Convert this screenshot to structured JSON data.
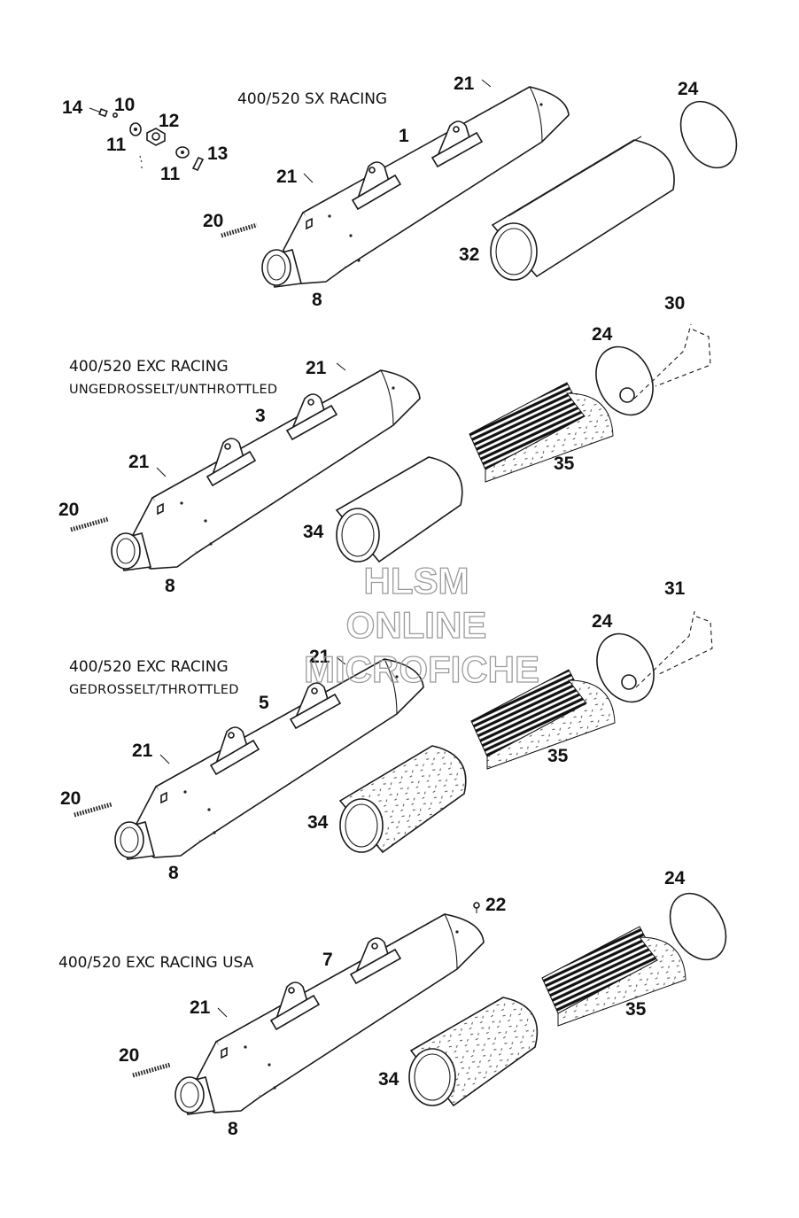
{
  "groups": {
    "sx": {
      "title": "400/520 SX RACING",
      "subtitle": ""
    },
    "exc_unthrottled": {
      "title": "400/520 EXC RACING",
      "subtitle": "UNGEDROSSELT/UNTHROTTLED"
    },
    "exc_throttled": {
      "title": "400/520 EXC RACING",
      "subtitle": "GEDROSSELT/THROTTLED"
    },
    "exc_usa": {
      "title": "400/520 EXC RACING USA",
      "subtitle": ""
    }
  },
  "callouts": {
    "p1": "1",
    "p3": "3",
    "p5": "5",
    "p7": "7",
    "p8": "8",
    "p10": "10",
    "p11": "11",
    "p12": "12",
    "p13": "13",
    "p14": "14",
    "p20": "20",
    "p21": "21",
    "p22": "22",
    "p24": "24",
    "p30": "30",
    "p31": "31",
    "p32": "32",
    "p34": "34",
    "p35": "35"
  },
  "watermark": {
    "line1": "HLSM",
    "line2": "ONLINE",
    "line3": "MICROFICHE"
  },
  "colors": {
    "ink": "#1a1a1a",
    "watermark": "#9a9a9a",
    "background": "#ffffff"
  }
}
